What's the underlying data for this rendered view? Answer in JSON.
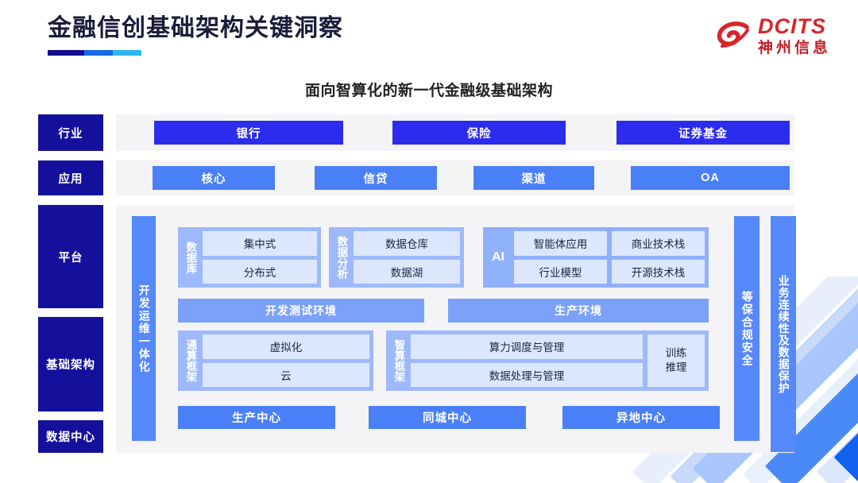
{
  "header": {
    "title": "金融信创基础架构关键洞察",
    "logo_en": "DCITS",
    "logo_cn": "神州信息",
    "subtitle": "面向智算化的新一代金融级基础架构"
  },
  "colors": {
    "navy": "#14109C",
    "industry_blue": "#2C2CEE",
    "app_blue": "#4A80F7",
    "group_blue": "#9DB9FB",
    "chip_light": "#DCE7FD",
    "panel_gray": "#F4F4F6",
    "logo_red": "#D8252B",
    "rule_navy": "#10108E",
    "rule_blue": "#1668E8",
    "rule_cyan": "#2BB7F0"
  },
  "diagram": {
    "row_labels": {
      "industry": "行业",
      "application": "应用",
      "platform": "平台",
      "infrastructure": "基础架构",
      "datacenter": "数据中心"
    },
    "industry": [
      "银行",
      "保险",
      "证券基金"
    ],
    "application": [
      "核心",
      "信贷",
      "渠道",
      "OA"
    ],
    "devops_bar": "开发运维一体化",
    "side_bars": {
      "compliance": "等保合规安全",
      "continuity": "业务连续性及数据保护"
    },
    "groups": {
      "database": {
        "label": "数据库",
        "items": [
          "集中式",
          "分布式"
        ]
      },
      "data_analysis": {
        "label": "数据分析",
        "items": [
          "数据仓库",
          "数据湖"
        ]
      },
      "ai": {
        "label": "AI",
        "items": [
          "智能体应用",
          "商业技术栈",
          "行业模型",
          "开源技术栈"
        ]
      },
      "general_compute": {
        "label": "通算框架",
        "items": [
          "虚拟化",
          "云"
        ]
      },
      "smart_compute": {
        "label": "智算框架",
        "items": [
          "算力调度与管理",
          "数据处理与管理"
        ],
        "side_item": "训练\n推理"
      }
    },
    "environments": [
      "开发测试环境",
      "生产环境"
    ],
    "datacenters": [
      "生产中心",
      "同城中心",
      "异地中心"
    ]
  }
}
